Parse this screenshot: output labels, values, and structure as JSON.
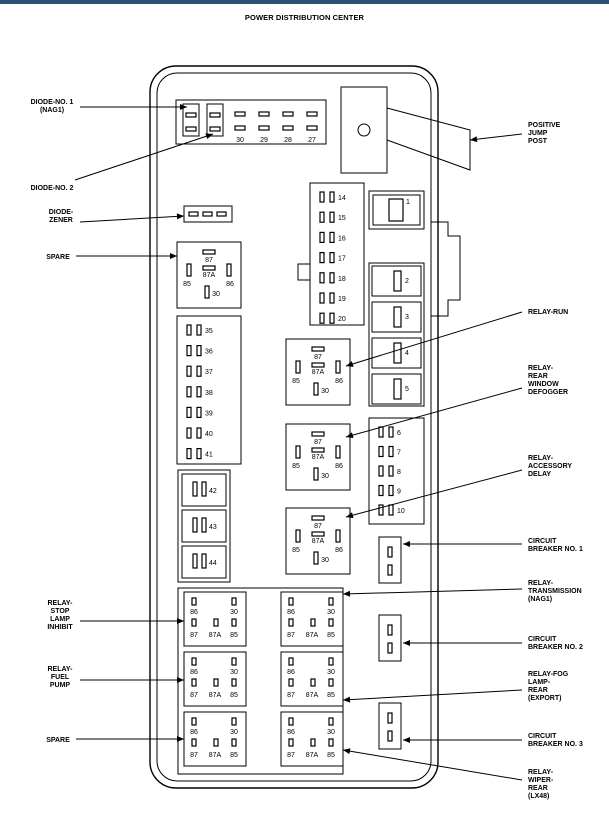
{
  "title": "POWER DISTRIBUTION CENTER",
  "callouts": {
    "diode_no1": [
      "DIODE-NO. 1",
      "(NAG1)"
    ],
    "diode_no2": [
      "DIODE-NO. 2"
    ],
    "diode_zener": [
      "DIODE-",
      "ZENER"
    ],
    "spare_top": [
      "SPARE"
    ],
    "relay_stop_lamp": [
      "RELAY-",
      "STOP",
      "LAMP",
      "INHIBIT"
    ],
    "relay_fuel_pump": [
      "RELAY-",
      "FUEL",
      "PUMP"
    ],
    "spare_bottom": [
      "SPARE"
    ],
    "positive_jump_post": [
      "POSITIVE",
      "JUMP",
      "POST"
    ],
    "relay_run": [
      "RELAY-RUN"
    ],
    "relay_rear_defogger": [
      "RELAY-",
      "REAR",
      "WINDOW",
      "DEFOGGER"
    ],
    "relay_accessory_delay": [
      "RELAY-",
      "ACCESSORY",
      "DELAY"
    ],
    "circuit_breaker_1": [
      "CIRCUIT",
      "BREAKER NO. 1"
    ],
    "relay_transmission": [
      "RELAY-",
      "TRANSMISSION",
      "(NAG1)"
    ],
    "circuit_breaker_2": [
      "CIRCUIT",
      "BREAKER NO. 2"
    ],
    "relay_fog_lamp": [
      "RELAY-FOG",
      "LAMP-",
      "REAR",
      "(EXPORT)"
    ],
    "circuit_breaker_3": [
      "CIRCUIT",
      "BREAKER NO. 3"
    ],
    "relay_wiper": [
      "RELAY-",
      "WIPER-",
      "REAR",
      "(LX48)"
    ]
  },
  "top_fuse_numbers": [
    "30",
    "29",
    "28",
    "27"
  ],
  "mini_fuses_a": [
    "14",
    "15",
    "16",
    "17",
    "18",
    "19",
    "20"
  ],
  "mini_fuses_b": [
    "35",
    "36",
    "37",
    "38",
    "39",
    "40",
    "41"
  ],
  "mini_fuses_c": [
    "6",
    "7",
    "8",
    "9",
    "10"
  ],
  "cartridge_fuses_right": [
    "1",
    "2",
    "3",
    "4",
    "5"
  ],
  "cartridge_fuses_left": [
    "42",
    "43",
    "44"
  ],
  "relay_pins": {
    "p87": "87",
    "p87a": "87A",
    "p85": "85",
    "p86": "86",
    "p30": "30"
  }
}
